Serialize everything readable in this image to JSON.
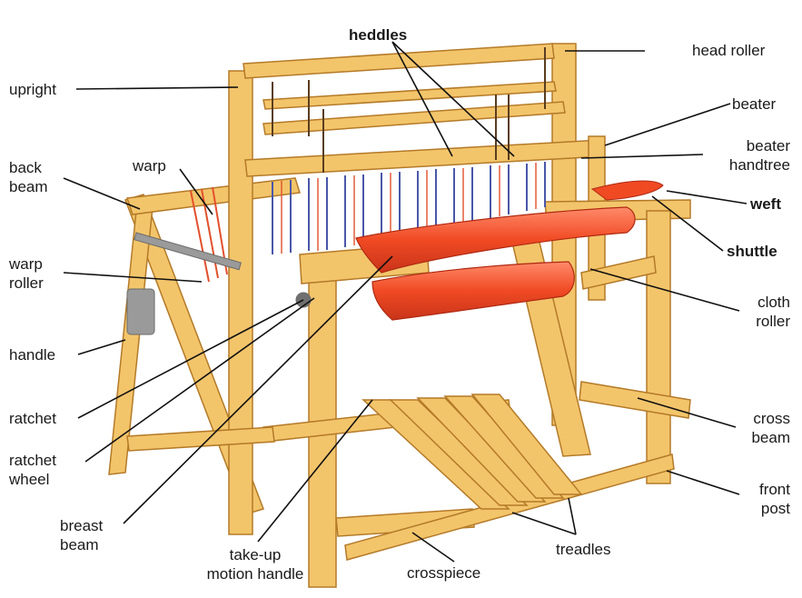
{
  "diagram": {
    "labels": {
      "heddles": "heddles",
      "head_roller": "head roller",
      "upright": "upright",
      "beater": "beater",
      "beater_handtree": "beater\nhandtree",
      "back_beam": "back\nbeam",
      "warp": "warp",
      "weft": "weft",
      "shuttle": "shuttle",
      "warp_roller": "warp\nroller",
      "cloth_roller": "cloth\nroller",
      "handle": "handle",
      "ratchet": "ratchet",
      "ratchet_wheel": "ratchet\nwheel",
      "cross_beam": "cross\nbeam",
      "front_post": "front\npost",
      "breast_beam": "breast\nbeam",
      "take_up_motion_handle": "take-up\nmotion handle",
      "crosspiece": "crosspiece",
      "treadles": "treadles"
    },
    "colors": {
      "wood": "#f3c56b",
      "wood_dark": "#c98a2e",
      "cloth": "#f04a23",
      "cloth_light": "#ff8a6a",
      "warp_blue": "#4a57a8",
      "warp_red": "#e2502c",
      "leader": "#111111"
    }
  }
}
